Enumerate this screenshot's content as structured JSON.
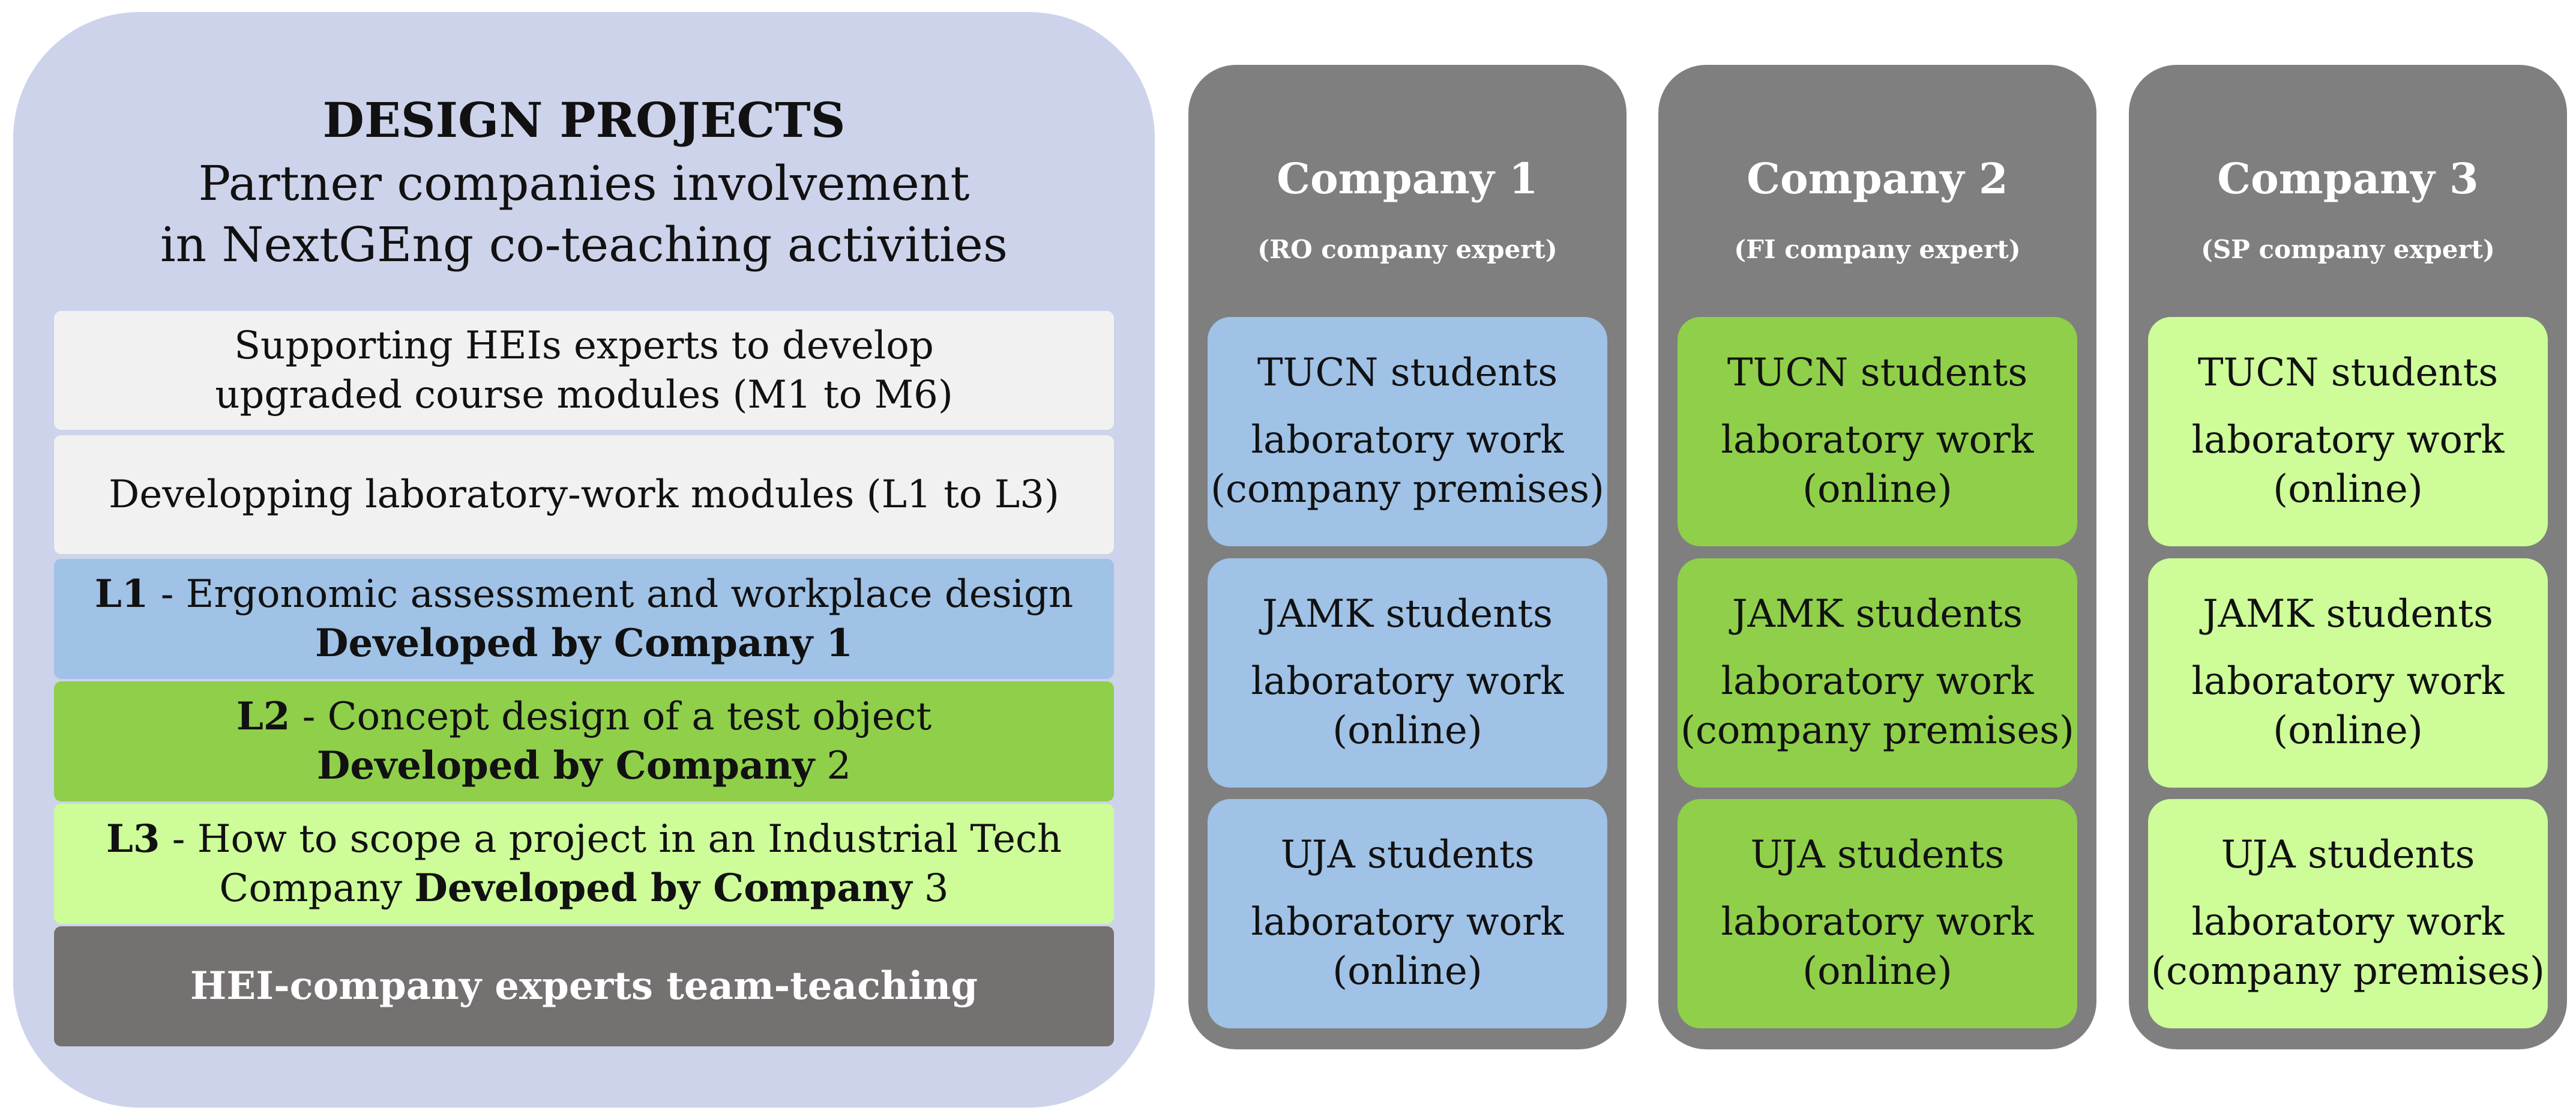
{
  "left_panel": {
    "title": "DESIGN PROJECTS",
    "subtitle_line1": "Partner companies involvement",
    "subtitle_line2": "in NextGEng co-teaching activities",
    "rows": {
      "support": {
        "line1": "Supporting HEIs experts to develop",
        "line2": "upgraded course modules (M1 to M6)"
      },
      "develop": {
        "text": "Developping laboratory-work modules (L1 to L3)"
      },
      "l1": {
        "code": "L1",
        "desc": " - Ergonomic assessment and workplace design",
        "dev_bold": "Developed by Company 1",
        "dev_tail": ""
      },
      "l2": {
        "code": "L2",
        "desc": " - Concept design of a test object",
        "dev_bold": "Developed by Company",
        "dev_tail": " 2"
      },
      "l3": {
        "code": "L3",
        "desc": " - How to scope a project in an Industrial Tech",
        "line2_pre": "Company ",
        "dev_bold": "Developed by Company",
        "dev_tail": " 3"
      },
      "team": {
        "text": "HEI-company experts team-teaching"
      }
    }
  },
  "colors": {
    "panel": "#cdd3ea",
    "l1_blue": "#9fc2e6",
    "l2_green": "#8fcf4a",
    "l3_lime": "#cdfc99",
    "team_gray": "#757171",
    "company_column": "#7f7f7f"
  },
  "companies": [
    {
      "name": "Company 1",
      "sub": "(RO company expert)",
      "cards": [
        {
          "cohort": "TUCN students",
          "line1": "laboratory work",
          "line2": "(company premises)"
        },
        {
          "cohort": "JAMK students",
          "line1": "laboratory work",
          "line2": "(online)"
        },
        {
          "cohort": "UJA students",
          "line1": "laboratory work",
          "line2": "(online)"
        }
      ]
    },
    {
      "name": "Company 2",
      "sub": "(FI company expert)",
      "cards": [
        {
          "cohort": "TUCN students",
          "line1": "laboratory work",
          "line2": "(online)"
        },
        {
          "cohort": "JAMK students",
          "line1": "laboratory work",
          "line2": "(company premises)"
        },
        {
          "cohort": "UJA students",
          "line1": "laboratory work",
          "line2": "(online)"
        }
      ]
    },
    {
      "name": "Company 3",
      "sub": "(SP company expert)",
      "cards": [
        {
          "cohort": "TUCN students",
          "line1": "laboratory work",
          "line2": "(online)"
        },
        {
          "cohort": "JAMK students",
          "line1": "laboratory work",
          "line2": "(online)"
        },
        {
          "cohort": "UJA students",
          "line1": "laboratory work",
          "line2": "(company premises)"
        }
      ]
    }
  ]
}
